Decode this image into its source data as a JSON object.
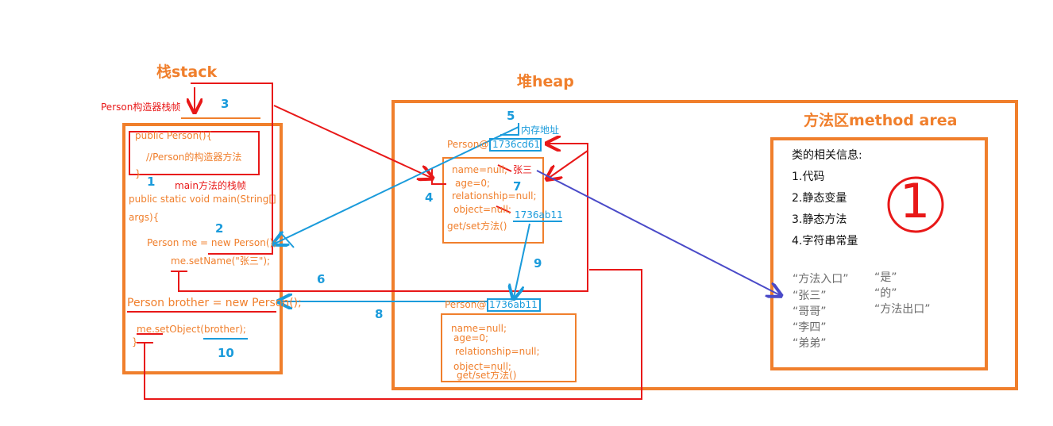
{
  "stack": {
    "title": "栈stack",
    "frame_person_label": "Person构造器栈帧",
    "constructor_line1": "public Person(){",
    "constructor_line2": "//Person的构造器方法",
    "constructor_close": "}",
    "main_frame_label": "main方法的栈帧",
    "main_sig_line1": "public static void main(String[]",
    "main_sig_line2": "args){",
    "new_person_line": "Person me = new Person();",
    "set_name_line": "me.setName(\"张三\");",
    "brother_line": "Person brother = new Person();",
    "set_object_line": "me.setObject(brother);",
    "close_brace": "}"
  },
  "heap": {
    "title": "堆heap",
    "memory_address_label": "内存地址",
    "obj1_ref_prefix": "Person@",
    "obj1_addr": "1736cd61",
    "obj1_fields": [
      "name=null;",
      "age=0;",
      "relationship=null;",
      "object=null;"
    ],
    "obj1_name_value": "张三",
    "obj1_object_value": "1736ab11",
    "obj1_methods": "get/set方法()",
    "obj2_ref_prefix": "Person@",
    "obj2_addr": "1736ab11",
    "obj2_fields": [
      "name=null;",
      "age=0;",
      "relationship=null;",
      "object=null;"
    ],
    "obj2_methods": "get/set方法()"
  },
  "method_area": {
    "title": "方法区method area",
    "info_title": "类的相关信息:",
    "items": [
      "1.代码",
      "2.静态变量",
      "3.静态方法",
      "4.字符串常量"
    ],
    "circle_number": "1",
    "constants_col1": [
      "“方法入口”",
      "“张三”",
      "“哥哥”",
      "“李四”",
      "“弟弟”"
    ],
    "constants_col2": [
      "“是”",
      "“的”",
      "“方法出口”"
    ]
  },
  "step_numbers": [
    "1",
    "2",
    "3",
    "4",
    "5",
    "6",
    "7",
    "8",
    "9",
    "10"
  ],
  "colors": {
    "orange": "#f07f2c",
    "red": "#e81818",
    "blue": "#1a9bdb",
    "indigo": "#4a4ac8"
  }
}
